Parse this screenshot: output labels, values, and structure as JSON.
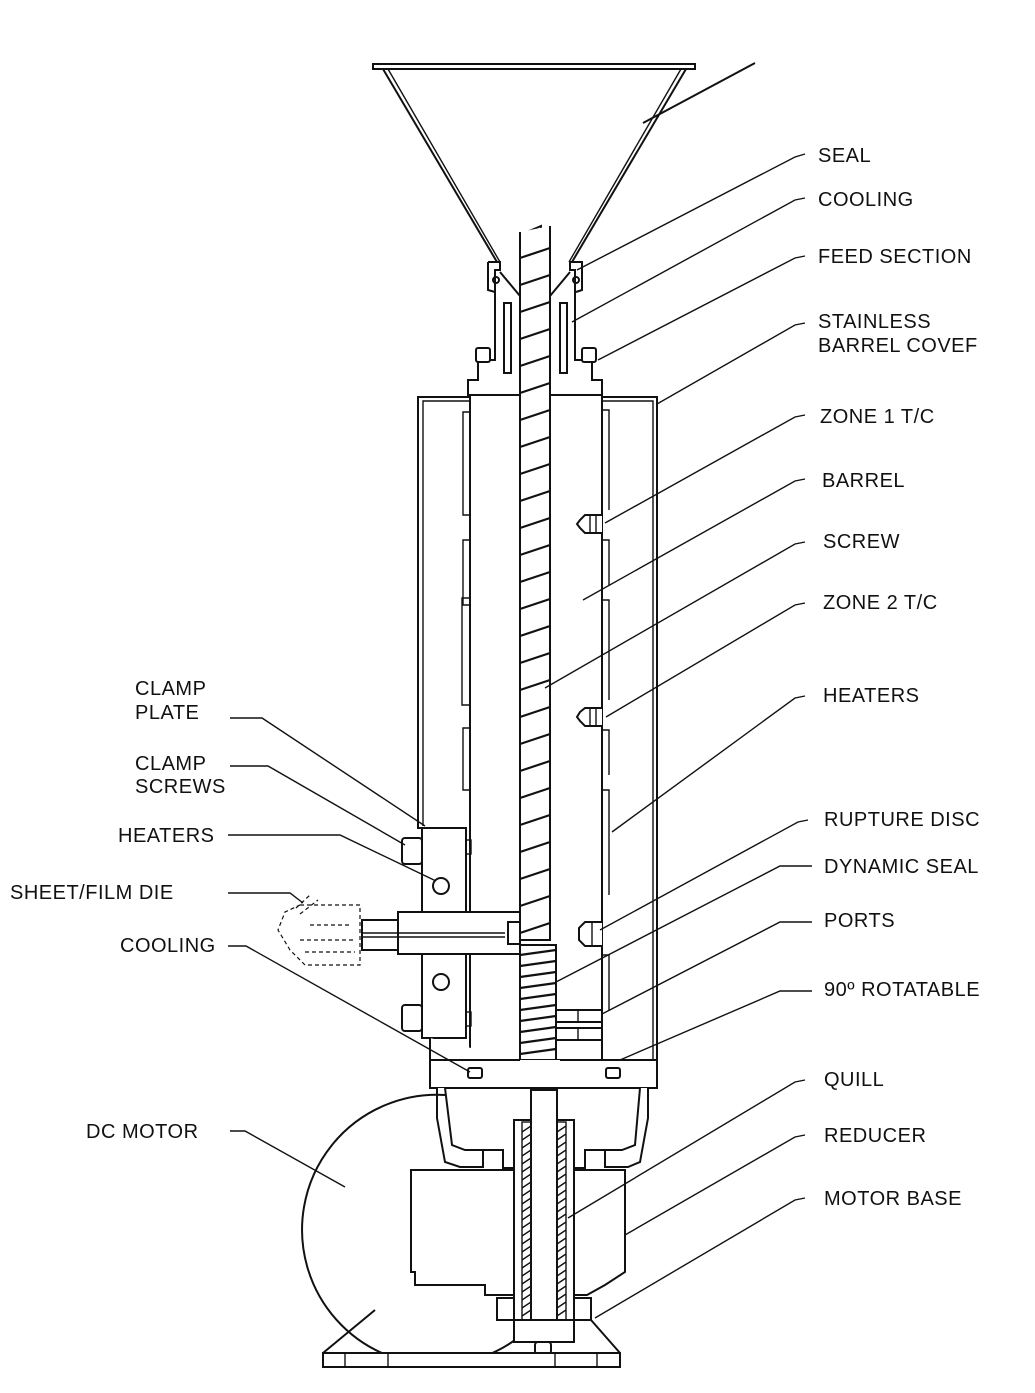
{
  "diagram": {
    "title": "",
    "subject": "Vertical single-screw extruder with sheet/film die — cross-section",
    "labels_right": [
      {
        "id": "seal",
        "text": "SEAL"
      },
      {
        "id": "cooling-top",
        "text": "COOLING"
      },
      {
        "id": "feed-section",
        "text": "FEED SECTION"
      },
      {
        "id": "stainless-barrel-cover",
        "lines": [
          "STAINLESS",
          "BARREL COVEF"
        ]
      },
      {
        "id": "zone-1-tc",
        "text": "ZONE 1 T/C"
      },
      {
        "id": "barrel",
        "text": "BARREL"
      },
      {
        "id": "screw",
        "text": "SCREW"
      },
      {
        "id": "zone-2-tc",
        "text": "ZONE 2 T/C"
      },
      {
        "id": "heaters-right",
        "text": "HEATERS"
      },
      {
        "id": "rupture-disc",
        "text": "RUPTURE DISC"
      },
      {
        "id": "dynamic-seal",
        "text": "DYNAMIC SEAL"
      },
      {
        "id": "ports",
        "text": "PORTS"
      },
      {
        "id": "rotatable",
        "text": "90º ROTATABLE"
      },
      {
        "id": "quill",
        "text": "QUILL"
      },
      {
        "id": "reducer",
        "text": "REDUCER"
      },
      {
        "id": "motor-base",
        "text": "MOTOR BASE"
      }
    ],
    "labels_left": [
      {
        "id": "clamp-plate",
        "lines": [
          "CLAMP",
          "PLATE"
        ]
      },
      {
        "id": "clamp-screws",
        "lines": [
          "CLAMP",
          "SCREWS"
        ]
      },
      {
        "id": "heaters-left",
        "text": "HEATERS"
      },
      {
        "id": "sheet-film-die",
        "text": "SHEET/FILM DIE"
      },
      {
        "id": "cooling-bottom",
        "text": "COOLING"
      },
      {
        "id": "dc-motor",
        "text": "DC MOTOR"
      }
    ],
    "components": [
      "hopper",
      "feed-throat",
      "screw",
      "barrel",
      "barrel-cover",
      "heater-bands",
      "thermocouples",
      "clamp-plate",
      "die-adapter",
      "sheet-film-die",
      "ports",
      "rotatable-flange",
      "gearbox-housing",
      "quill",
      "reducer",
      "dc-motor",
      "motor-base"
    ]
  }
}
